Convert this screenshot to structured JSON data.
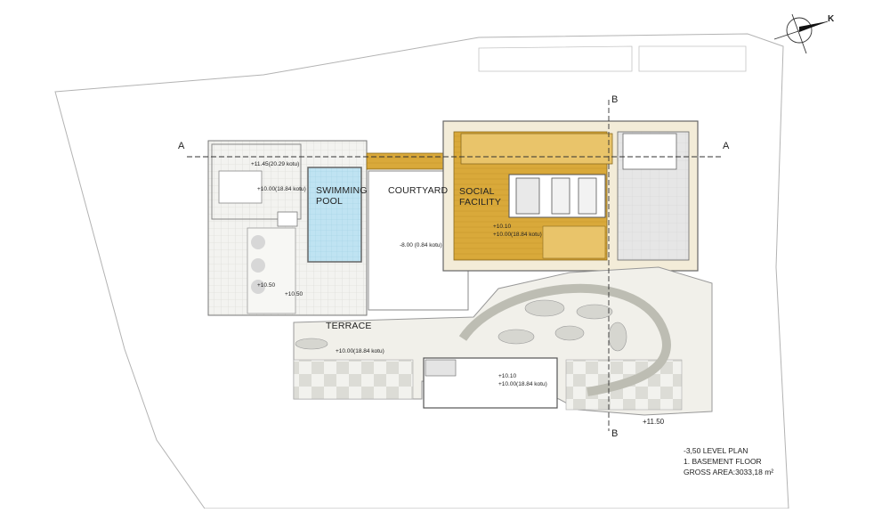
{
  "drawing": {
    "rooms": {
      "swimming_pool": [
        "SWIMMING",
        "POOL"
      ],
      "courtyard": "COURTYARD",
      "social_facility": [
        "SOCIAL",
        "FACILITY"
      ],
      "terrace": "TERRACE"
    },
    "levels": {
      "l1": "+11.45(20.29 kotu)",
      "l2": "+10.00(18.84 kotu)",
      "l3": "-8.00 (0.84 kotu)",
      "l4": "+10.10",
      "l5": "+10.00(18.84 kotu)",
      "l6": "+10.50",
      "l7": "+10.50",
      "l8": "+10.00(18.84 kotu)",
      "l9": "+10.10",
      "l10": "+10.00(18.84 kotu)",
      "l11": "+11.50"
    },
    "section_markers": {
      "a_left": "A",
      "a_right": "A",
      "b_top": "B",
      "b_bottom": "B"
    },
    "north_arrow_letter": "K",
    "title_block": {
      "line1": "-3,50 LEVEL PLAN",
      "line2": "1. BASEMENT FLOOR",
      "line3": "GROSS AREA:3033,18 m²"
    }
  },
  "colors": {
    "facility_gold": "#d9a93a",
    "facility_light": "#e9c46a",
    "pool_blue": "#bfe3f2",
    "paving_light": "#eeeeea",
    "wall": "#555555",
    "site_line": "#aaaaaa"
  }
}
